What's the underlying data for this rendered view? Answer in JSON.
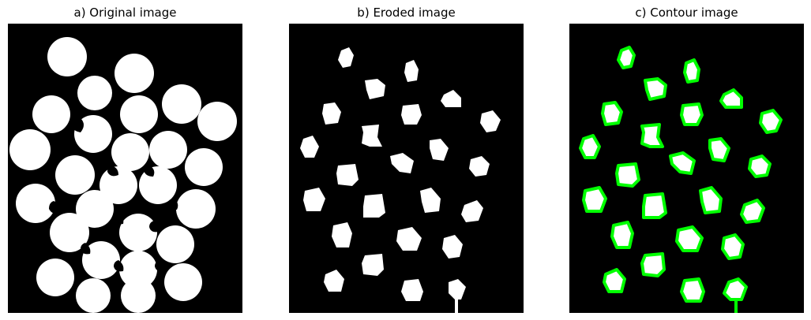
{
  "panels": [
    {
      "id": "a",
      "title": "a) Original image"
    },
    {
      "id": "b",
      "title": "b) Eroded image"
    },
    {
      "id": "c",
      "title": "c) Contour image"
    }
  ],
  "colors": {
    "background": "#000000",
    "foreground": "#ffffff",
    "contour": "#00ff00"
  }
}
